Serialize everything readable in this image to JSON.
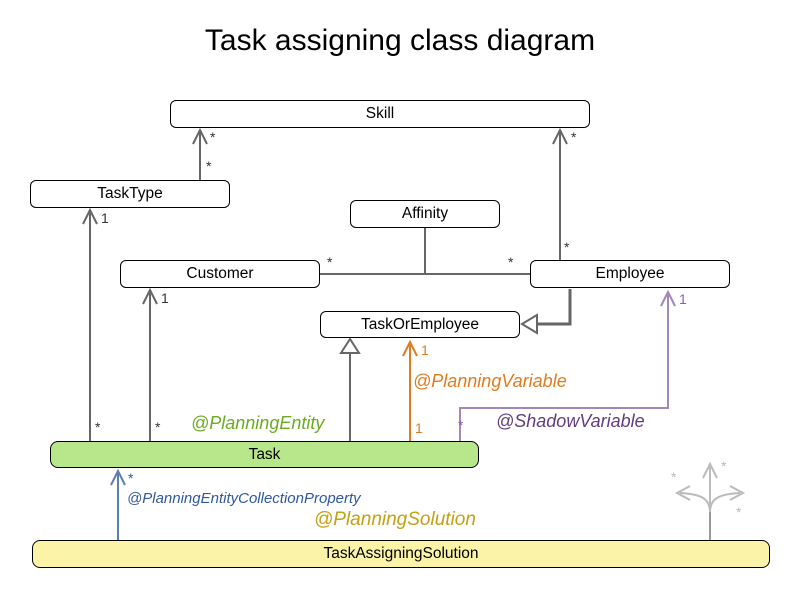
{
  "title": "Task assigning class diagram",
  "classes": {
    "skill": "Skill",
    "task_type": "TaskType",
    "affinity": "Affinity",
    "customer": "Customer",
    "employee": "Employee",
    "task_or_employee": "TaskOrEmployee",
    "task": "Task",
    "task_assigning_solution": "TaskAssigningSolution"
  },
  "annotations": {
    "planning_entity": "@PlanningEntity",
    "planning_variable": "@PlanningVariable",
    "shadow_variable": "@ShadowVariable",
    "planning_entity_collection_property": "@PlanningEntityCollectionProperty",
    "planning_solution": "@PlanningSolution"
  },
  "multiplicities": {
    "skill_tasktype_near_skill": "*",
    "skill_tasktype_near_tasktype": "*",
    "skill_employee_near_skill": "*",
    "skill_employee_near_employee": "*",
    "customer_employee_near_customer": "*",
    "customer_employee_near_employee": "*",
    "task_tasktype_near_tasktype": "1",
    "task_tasktype_near_task": "*",
    "task_customer_near_customer": "1",
    "task_customer_near_task": "*",
    "planning_variable_near_taskoremployee": "1",
    "planning_variable_near_task": "1",
    "shadow_variable_near_employee": "1",
    "shadow_variable_near_task": "*",
    "collection_property_near_task": "*",
    "faded_up": "*",
    "faded_left": "*",
    "faded_right": "*"
  },
  "colors": {
    "association_gray": "#666666",
    "planning_entity_green": "#6aab22",
    "planning_variable_orange": "#e07c20",
    "shadow_variable_purple_text": "#633c7e",
    "shadow_variable_purple_line": "#a287bd",
    "collection_blue_text": "#30589c",
    "collection_blue_line": "#5b7fb5",
    "planning_solution_gold": "#c3a014",
    "task_fill": "#b8e68a",
    "solution_fill": "#fbf3a8",
    "faded_gray": "#bbbbbb"
  }
}
